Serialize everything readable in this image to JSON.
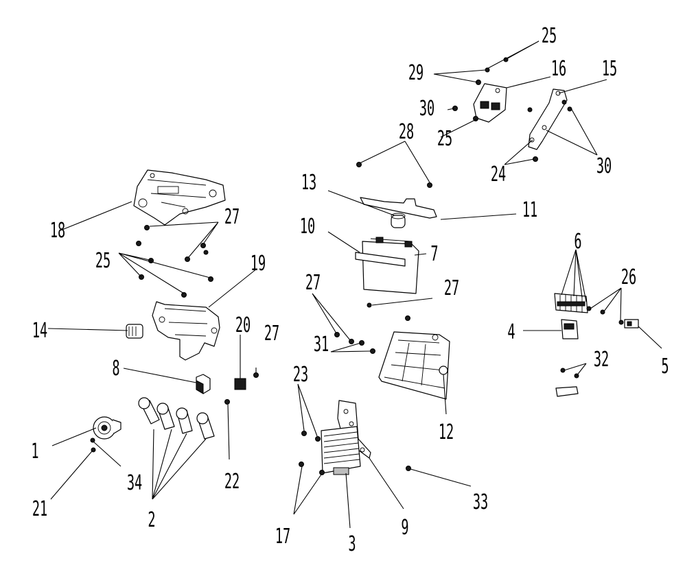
{
  "diagram": {
    "callouts": {
      "c1": "1",
      "c2": "2",
      "c3": "3",
      "c4": "4",
      "c5": "5",
      "c6": "6",
      "c7": "7",
      "c8": "8",
      "c9": "9",
      "c10": "10",
      "c11": "11",
      "c12": "12",
      "c13": "13",
      "c14": "14",
      "c15": "15",
      "c16": "16",
      "c17": "17",
      "c18": "18",
      "c19": "19",
      "c20": "20",
      "c21": "21",
      "c22": "22",
      "c23a": "23",
      "c24": "24",
      "c25a": "25",
      "c25b": "25",
      "c25c": "25",
      "c26": "26",
      "c27a": "27",
      "c27b": "27",
      "c27c": "27",
      "c27d": "27",
      "c28": "28",
      "c29": "29",
      "c30a": "30",
      "c30b": "30",
      "c31": "31",
      "c32": "32",
      "c33": "33",
      "c34": "34"
    }
  }
}
